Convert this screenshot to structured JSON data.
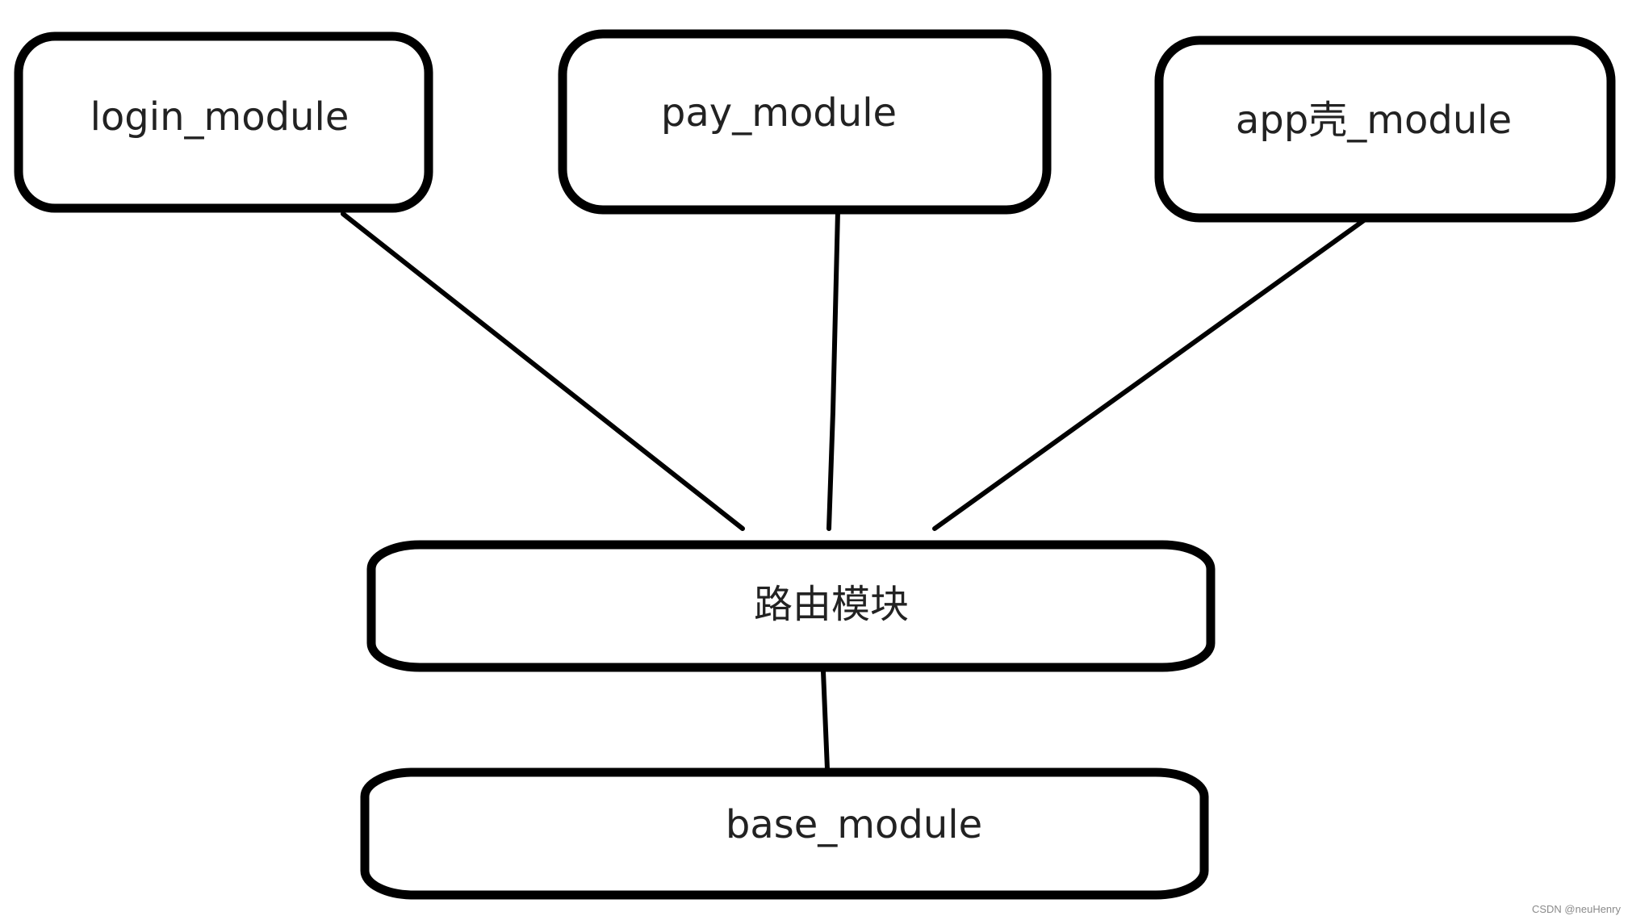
{
  "nodes": {
    "login": {
      "label": "login_module"
    },
    "pay": {
      "label": "pay_module"
    },
    "app": {
      "label": "app壳_module"
    },
    "router": {
      "label": "路由模块"
    },
    "base": {
      "label": "base_module"
    }
  },
  "edges": [
    {
      "from": "login",
      "to": "router"
    },
    {
      "from": "pay",
      "to": "router"
    },
    {
      "from": "app",
      "to": "router"
    },
    {
      "from": "router",
      "to": "base"
    }
  ],
  "watermark": "CSDN @neuHenry",
  "colors": {
    "stroke": "#000000",
    "background": "#ffffff",
    "text": "#222222"
  }
}
